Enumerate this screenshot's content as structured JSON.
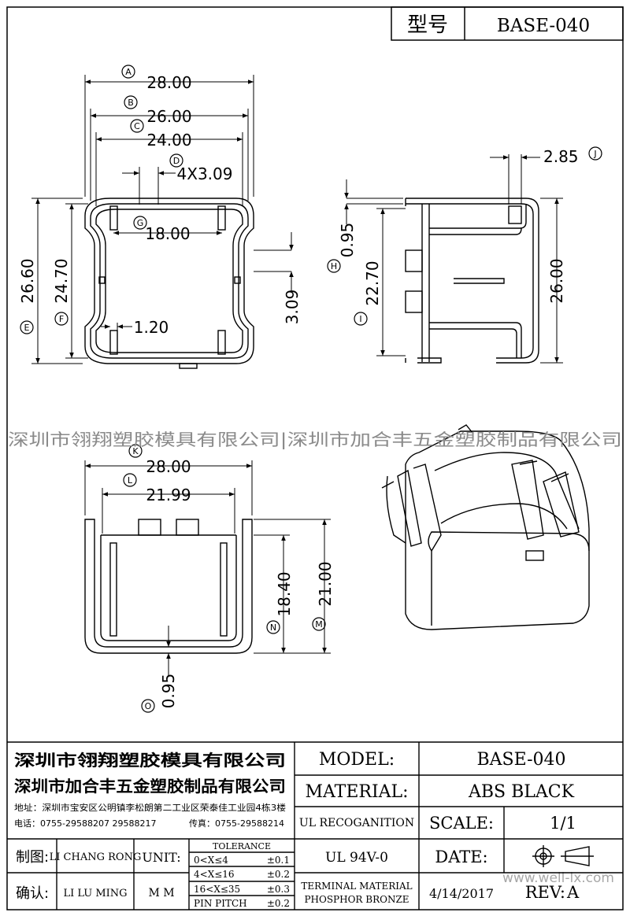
{
  "header": {
    "model_cn": "型号",
    "model": "BASE-040"
  },
  "dimensions": {
    "A": "28.00",
    "B": "26.00",
    "C": "24.00",
    "D": "4X3.09",
    "G": "18.00",
    "E": "26.60",
    "F": "24.70",
    "H": "1.20",
    "pin_height": "3.09",
    "J": "2.85",
    "top_step": "0.95",
    "I": "22.70",
    "side_h": "26.00",
    "K": "28.00",
    "L": "21.99",
    "N": "18.40",
    "M": "21.00",
    "O": "0.95"
  },
  "balloons": [
    "A",
    "B",
    "C",
    "D",
    "E",
    "F",
    "G",
    "H",
    "I",
    "J",
    "K",
    "L",
    "M",
    "N",
    "O"
  ],
  "watermark": "深圳市翎翔塑胶模具有限公司|深圳市加合丰五金塑胶制品有限公司",
  "watermark2": "www.well-lx.com",
  "title_block": {
    "company1": "深圳市翎翔塑胶模具有限公司",
    "company2": "深圳市加合丰五金塑胶制品有限公司",
    "address": "地址：深圳市宝安区公明镇李松朗第二工业区荣泰佳工业园4栋3楼",
    "phone": "电话：0755-29588207  29588217",
    "fax": "传真：0755-29588214",
    "drawn_label": "制图:",
    "drawn_by": "LI CHANG RONG",
    "checked_label": "确认:",
    "checked_by": "LI LU MING",
    "unit_label": "UNIT:",
    "unit": "M M",
    "tolerance_title": "TOLERANCE",
    "tolerances": [
      {
        "range": "0<X≤4",
        "value": "±0.1"
      },
      {
        "range": "4<X≤16",
        "value": "±0.2"
      },
      {
        "range": "16<X≤35",
        "value": "±0.3"
      },
      {
        "range": "PIN PITCH",
        "value": "±0.2"
      }
    ],
    "model_label": "MODEL:",
    "model": "BASE-040",
    "material_label": "MATERIAL:",
    "material": "ABS BLACK",
    "ul_label": "UL RECOGANITION",
    "ul": "UL 94V-0",
    "scale_label": "SCALE:",
    "scale": "1/1",
    "date_label": "DATE:",
    "date": "4/14/2017",
    "terminal_line1": "TERMINAL MATERIAL",
    "terminal_line2": "PHOSPHOR  BRONZE",
    "rev_label": "REV:",
    "rev": "A"
  }
}
